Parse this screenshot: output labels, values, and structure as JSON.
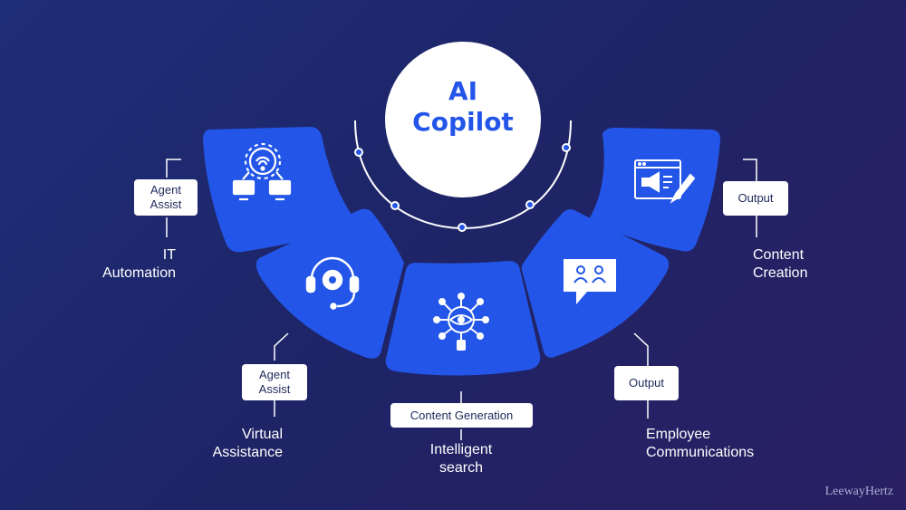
{
  "center": {
    "line1": "AI",
    "line2": "Copilot"
  },
  "segments": [
    {
      "name": "it-automation",
      "label": "IT\nAutomation",
      "tag": "Agent\nAssist",
      "icon": "gear-wifi-network-icon"
    },
    {
      "name": "virtual-assistance",
      "label": "Virtual\nAssistance",
      "tag": "Agent\nAssist",
      "icon": "headset-gear-icon"
    },
    {
      "name": "intelligent-search",
      "label": "Intelligent\nsearch",
      "tag": "Content Generation",
      "icon": "eye-search-network-icon"
    },
    {
      "name": "employee-communications",
      "label": "Employee\nCommunications",
      "tag": "Output",
      "icon": "chat-people-icon"
    },
    {
      "name": "content-creation",
      "label": "Content\nCreation",
      "tag": "Output",
      "icon": "browser-megaphone-pen-icon"
    }
  ],
  "brand": "LeewayHertz",
  "colors": {
    "background": "#1f2670",
    "segment": "#2356e8",
    "center_text": "#2356e8",
    "card": "#ffffff"
  }
}
